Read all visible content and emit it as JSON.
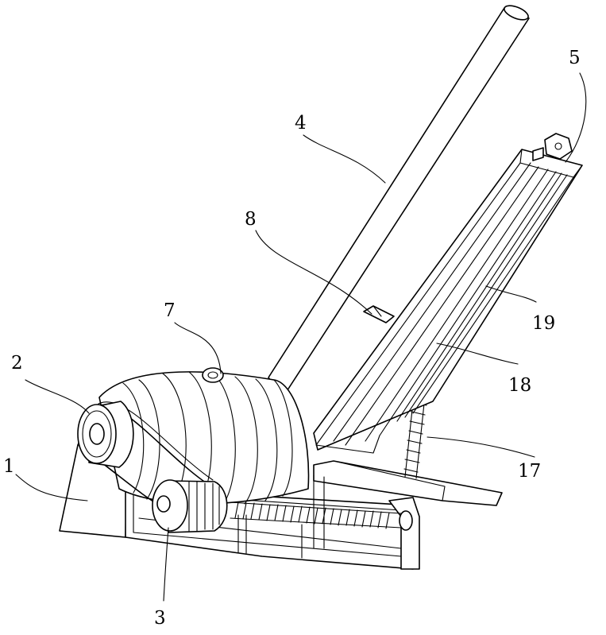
{
  "callouts": {
    "c1": "1",
    "c2": "2",
    "c3": "3",
    "c4": "4",
    "c5": "5",
    "c7": "7",
    "c8": "8",
    "c17": "17",
    "c18": "18",
    "c19": "19"
  }
}
